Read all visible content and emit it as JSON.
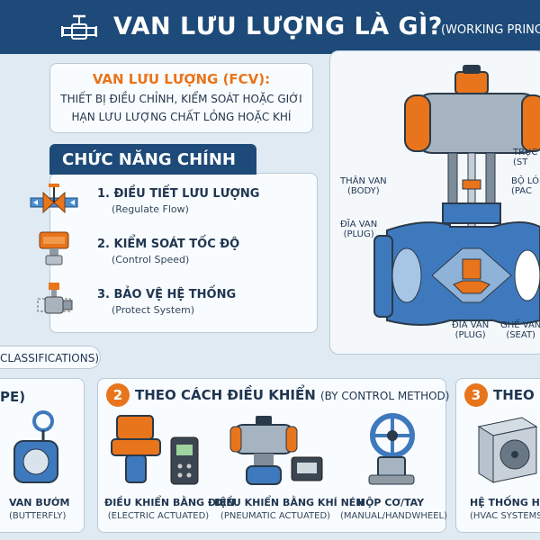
{
  "header": {
    "title": "VAN LƯU LƯỢNG LÀ GÌ?",
    "subtitle": "(WORKING PRINC",
    "icon": "valve-icon"
  },
  "definition": {
    "title": "VAN LƯU LƯỢNG (FCV):",
    "line1": "THIẾT BỊ ĐIỀU CHỈNH, KIỂM SOÁT HOẶC GIỚI",
    "line2": "HẠN LƯU LƯỢNG CHẤT LỎNG HOẶC KHÍ"
  },
  "functions": {
    "header": "CHỨC NĂNG CHÍNH",
    "items": [
      {
        "title": "1. ĐIỀU TIẾT LƯU LƯỢNG",
        "sub": "(Regulate Flow)",
        "icon": "flow-valve-icon"
      },
      {
        "title": "2. KIỂM SOÁT TỐC ĐỘ",
        "sub": "(Control Speed)",
        "icon": "actuator-icon"
      },
      {
        "title": "3. BẢO VỆ HỆ THỐNG",
        "sub": "(Protect System)",
        "icon": "protect-valve-icon"
      }
    ]
  },
  "diagram": {
    "body_vi": "THÂN VAN",
    "body_en": "(BODY)",
    "plug_vi": "ĐĨA VAN",
    "plug_en": "(PLUG)",
    "stem_vi": "TRỤC",
    "stem_en": "(ST",
    "packing_vi": "BỘ LÓ",
    "packing_en": "(PAC",
    "plug2_vi": "ĐĨA VAN",
    "plug2_en": "(PLUG)",
    "seat_vi": "GHẾ VAN",
    "seat_en": "(SEAT)"
  },
  "classifications": {
    "banner": "CLASSIFICATIONS)",
    "card1": {
      "title_fragment": "PE)",
      "item_name": "VAN BƯỚM",
      "item_sub": "(BUTTERFLY)"
    },
    "card2": {
      "number": "2",
      "title": "THEO CÁCH ĐIỀU KHIỂN",
      "title_sub": "(BY CONTROL METHOD)",
      "items": [
        {
          "name": "ĐIỀU KHIỂN BẰNG ĐIỆN",
          "sub": "(ELECTRIC ACTUATED)"
        },
        {
          "name": "ĐIỀU KHIỂN BẰNG KHÍ NÉN",
          "sub": "(PNEUMATIC ACTUATED)"
        },
        {
          "name": "HỘP CƠ/TAY",
          "sub": "(MANUAL/HANDWHEEL)"
        }
      ]
    },
    "card3": {
      "number": "3",
      "title": "THEO Ứ",
      "item_name": "HỆ THỐNG HVAC",
      "item_sub": "(HVAC SYSTEMS)"
    }
  },
  "colors": {
    "navy": "#1d4a78",
    "orange": "#e8741c",
    "blue": "#2f6fb5",
    "grey": "#9aa7b3",
    "background": "#dfeaf3"
  }
}
